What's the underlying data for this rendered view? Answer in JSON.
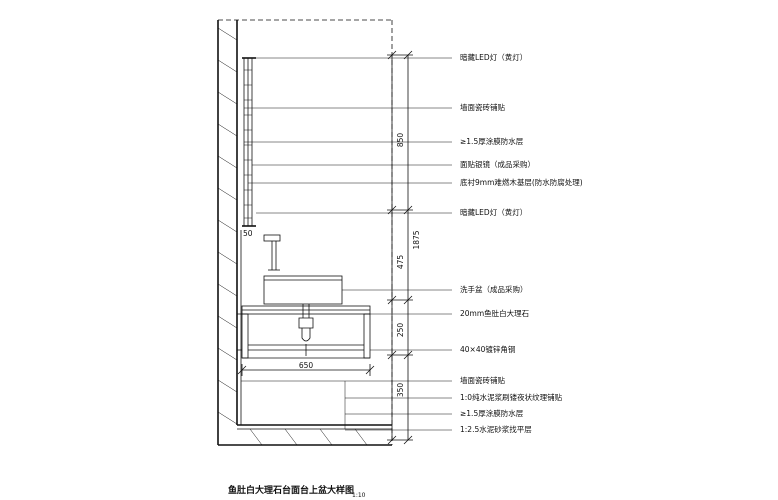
{
  "labels": [
    "暗藏LED灯（黄灯）",
    "墙面瓷砖铺贴",
    "≥1.5厚涂膜防水层",
    "面贴银镜（成品采购）",
    "底衬9mm难燃木基层(防水防腐处理)",
    "暗藏LED灯（黄灯）",
    "洗手盆（成品采购）",
    "20mm鱼肚白大理石",
    "40×40镀锌角钢",
    "墙面瓷砖铺贴",
    "1:0纯水泥浆刷镂夜状纹理铺贴",
    "≥1.5厚涂膜防水层",
    "1:2.5水泥砂浆找平层"
  ],
  "dimensions": {
    "right_segments": [
      "850",
      "475",
      "250",
      "350"
    ],
    "right_total": "1875",
    "left_offset": "50",
    "counter_depth": "650"
  },
  "title": "鱼肚白大理石台面台上盆大样图",
  "scale": "1:10"
}
